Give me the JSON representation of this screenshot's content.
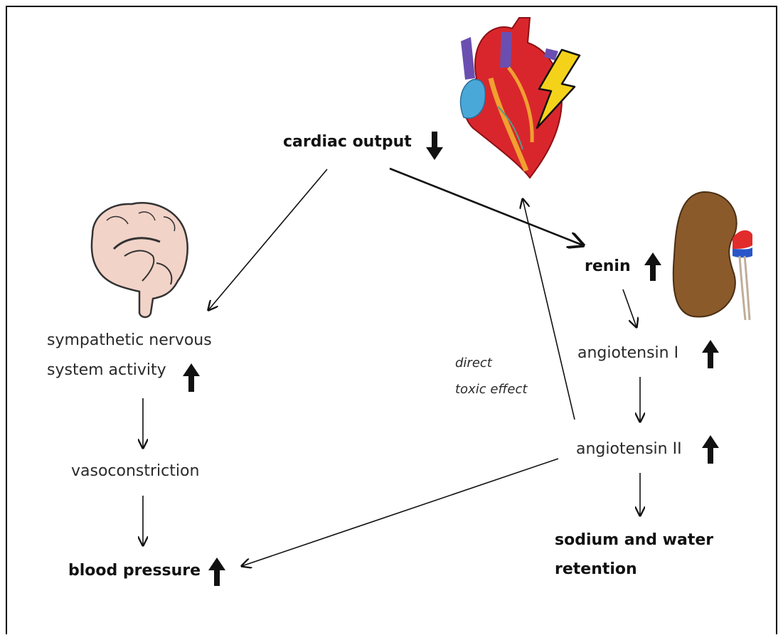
{
  "labels": {
    "cardiac_output": "cardiac output",
    "renin": "renin",
    "angiotensin_1": "angiotensin I",
    "angiotensin_2": "angiotensin II",
    "sodium_water_line1": "sodium and water",
    "sodium_water_line2": "retention",
    "sympathetic_line1": "sympathetic nervous",
    "sympathetic_line2": "system activity",
    "vasoconstriction": "vasoconstriction",
    "blood_pressure": "blood pressure",
    "direct_line1": "direct",
    "direct_line2": "toxic effect"
  },
  "indicators": {
    "cardiac_output": "down",
    "renin": "up",
    "angiotensin_1": "up",
    "angiotensin_2": "up",
    "sympathetic": "up",
    "blood_pressure": "up"
  },
  "icons": [
    "heart-icon",
    "lightning-bolt-icon",
    "kidney-icon",
    "brain-icon"
  ],
  "colors": {
    "heart_red": "#d9262c",
    "heart_blue": "#4aa8d8",
    "heart_purple": "#6a4fb0",
    "bolt_yellow": "#f5d21a",
    "kidney_brown": "#8a5a2b",
    "brain_pink": "#f2d3c8"
  }
}
